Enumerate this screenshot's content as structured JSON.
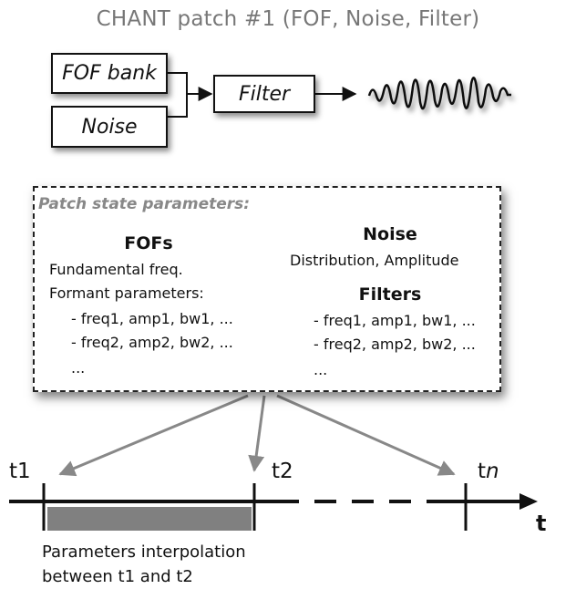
{
  "title": "CHANT patch #1  (FOF, Noise, Filter)",
  "blocks": {
    "fof_bank": "FOF bank",
    "noise": "Noise",
    "filter": "Filter"
  },
  "params": {
    "title": "Patch state parameters:",
    "fofs": {
      "heading": "FOFs",
      "lines": [
        "Fundamental freq.",
        "Formant parameters:",
        "- freq1, amp1, bw1, ...",
        "- freq2, amp2, bw2, ...",
        "..."
      ]
    },
    "noise": {
      "heading": "Noise",
      "line": "Distribution,  Amplitude"
    },
    "filters": {
      "heading": "Filters",
      "lines": [
        "- freq1, amp1, bw1, ...",
        "- freq2, amp2, bw2, ...",
        "..."
      ]
    }
  },
  "timeline": {
    "t1": "t1",
    "t2": "t2",
    "tn_prefix": "t",
    "tn_suffix": "n",
    "axis": "t",
    "caption_line1": "Parameters interpolation",
    "caption_line2": "between t1 and t2"
  }
}
